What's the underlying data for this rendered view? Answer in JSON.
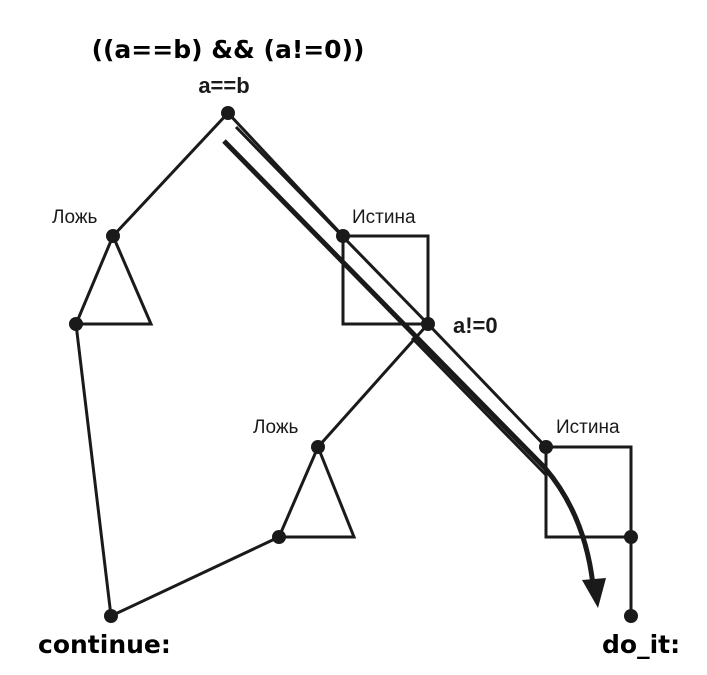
{
  "title": "((a==b) && (a!=0))",
  "nodes": {
    "cond1": "a==b",
    "cond2": "a!=0",
    "false1": "Ложь",
    "true1": "Истина",
    "false2": "Ложь",
    "true2": "Истина",
    "label_continue": "continue:",
    "label_do_it": "do_it:"
  },
  "colors": {
    "line": "#1a1a1a",
    "background": "#ffffff"
  }
}
